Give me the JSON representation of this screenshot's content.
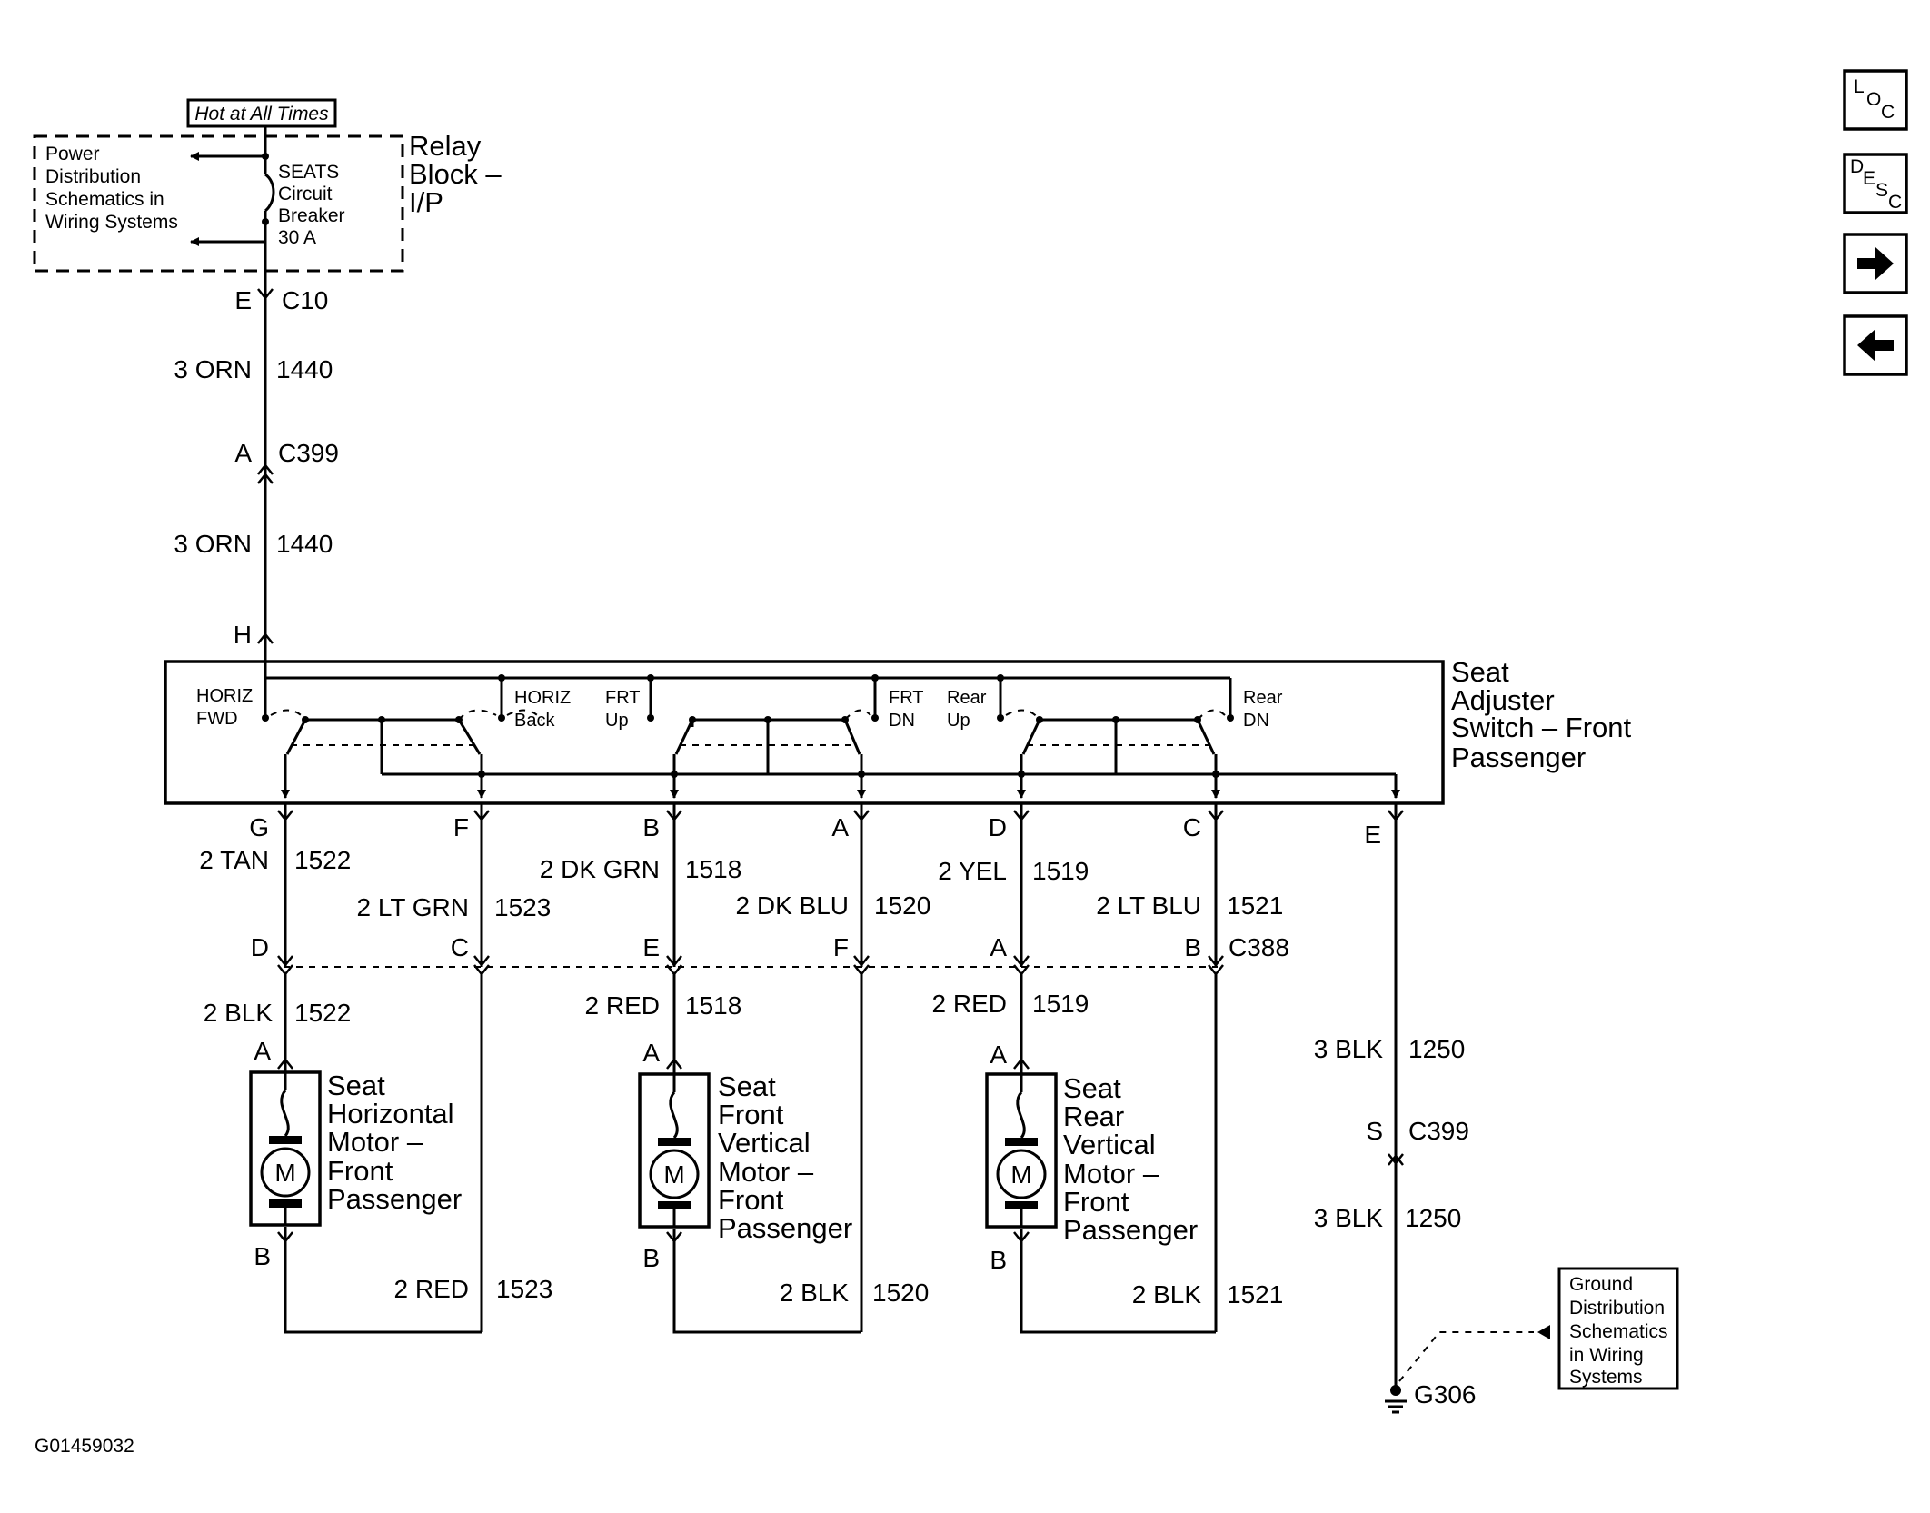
{
  "image_id_label": "G01459032",
  "hot_label": "Hot at All Times",
  "relay_block": {
    "title": [
      "Relay",
      "Block –",
      "I/P"
    ],
    "power_dist": [
      "Power",
      "Distribution",
      "Schematics in",
      "Wiring Systems"
    ],
    "breaker": [
      "SEATS",
      "Circuit",
      "Breaker",
      "30 A"
    ]
  },
  "feed": {
    "c10_pin": "E",
    "c10": "C10",
    "wire1_color": "3 ORN",
    "wire1_circuit": "1440",
    "c399_pin": "A",
    "c399": "C399",
    "wire2_color": "3 ORN",
    "wire2_circuit": "1440",
    "switch_in_pin": "H"
  },
  "switch": {
    "title": [
      "Seat",
      "Adjuster",
      "Switch – Front",
      "Passenger"
    ],
    "contacts": [
      [
        "HORIZ",
        "FWD"
      ],
      [
        "HORIZ",
        "Back"
      ],
      [
        "FRT",
        "Up"
      ],
      [
        "FRT",
        "DN"
      ],
      [
        "Rear",
        "Up"
      ],
      [
        "Rear",
        "DN"
      ]
    ],
    "pins": [
      "G",
      "F",
      "B",
      "A",
      "D",
      "C",
      "E"
    ]
  },
  "upper_wires": [
    {
      "color": "2 TAN",
      "circuit": "1522"
    },
    {
      "color": "2 LT GRN",
      "circuit": "1523"
    },
    {
      "color": "2 DK GRN",
      "circuit": "1518"
    },
    {
      "color": "2 DK BLU",
      "circuit": "1520"
    },
    {
      "color": "2 YEL",
      "circuit": "1519"
    },
    {
      "color": "2 LT BLU",
      "circuit": "1521"
    }
  ],
  "c388": {
    "pins": [
      "D",
      "C",
      "E",
      "F",
      "A",
      "B"
    ],
    "label": "C388"
  },
  "lower_wires": [
    {
      "color": "2 BLK",
      "circuit": "1522"
    },
    {
      "color": "2 RED",
      "circuit": "1518"
    },
    {
      "color": "2 RED",
      "circuit": "1519"
    }
  ],
  "motors": [
    {
      "name": [
        "Seat",
        "Horizontal",
        "Motor –",
        "Front",
        "Passenger"
      ],
      "pin_a": "A",
      "pin_b": "B",
      "symbol": "M"
    },
    {
      "name": [
        "Seat",
        "Front",
        "Vertical",
        "Motor –",
        "Front",
        "Passenger"
      ],
      "pin_a": "A",
      "pin_b": "B",
      "symbol": "M"
    },
    {
      "name": [
        "Seat",
        "Rear",
        "Vertical",
        "Motor –",
        "Front",
        "Passenger"
      ],
      "pin_a": "A",
      "pin_b": "B",
      "symbol": "M"
    }
  ],
  "return_wires": [
    {
      "color": "2 RED",
      "circuit": "1523"
    },
    {
      "color": "2 BLK",
      "circuit": "1520"
    },
    {
      "color": "2 BLK",
      "circuit": "1521"
    }
  ],
  "ground": {
    "wire1_color": "3 BLK",
    "wire1_circuit": "1250",
    "c399_pin": "S",
    "c399": "C399",
    "wire2_color": "3 BLK",
    "wire2_circuit": "1250",
    "point": "G306",
    "ref": [
      "Ground",
      "Distribution",
      "Schematics",
      "in Wiring",
      "Systems"
    ]
  },
  "nav_buttons": [
    {
      "name": "loc",
      "letters": [
        "L",
        "O",
        "C"
      ]
    },
    {
      "name": "desc",
      "letters": [
        "D",
        "E",
        "S",
        "C"
      ]
    },
    {
      "name": "next",
      "icon": "arrow-right-icon"
    },
    {
      "name": "prev",
      "icon": "arrow-left-icon"
    }
  ]
}
